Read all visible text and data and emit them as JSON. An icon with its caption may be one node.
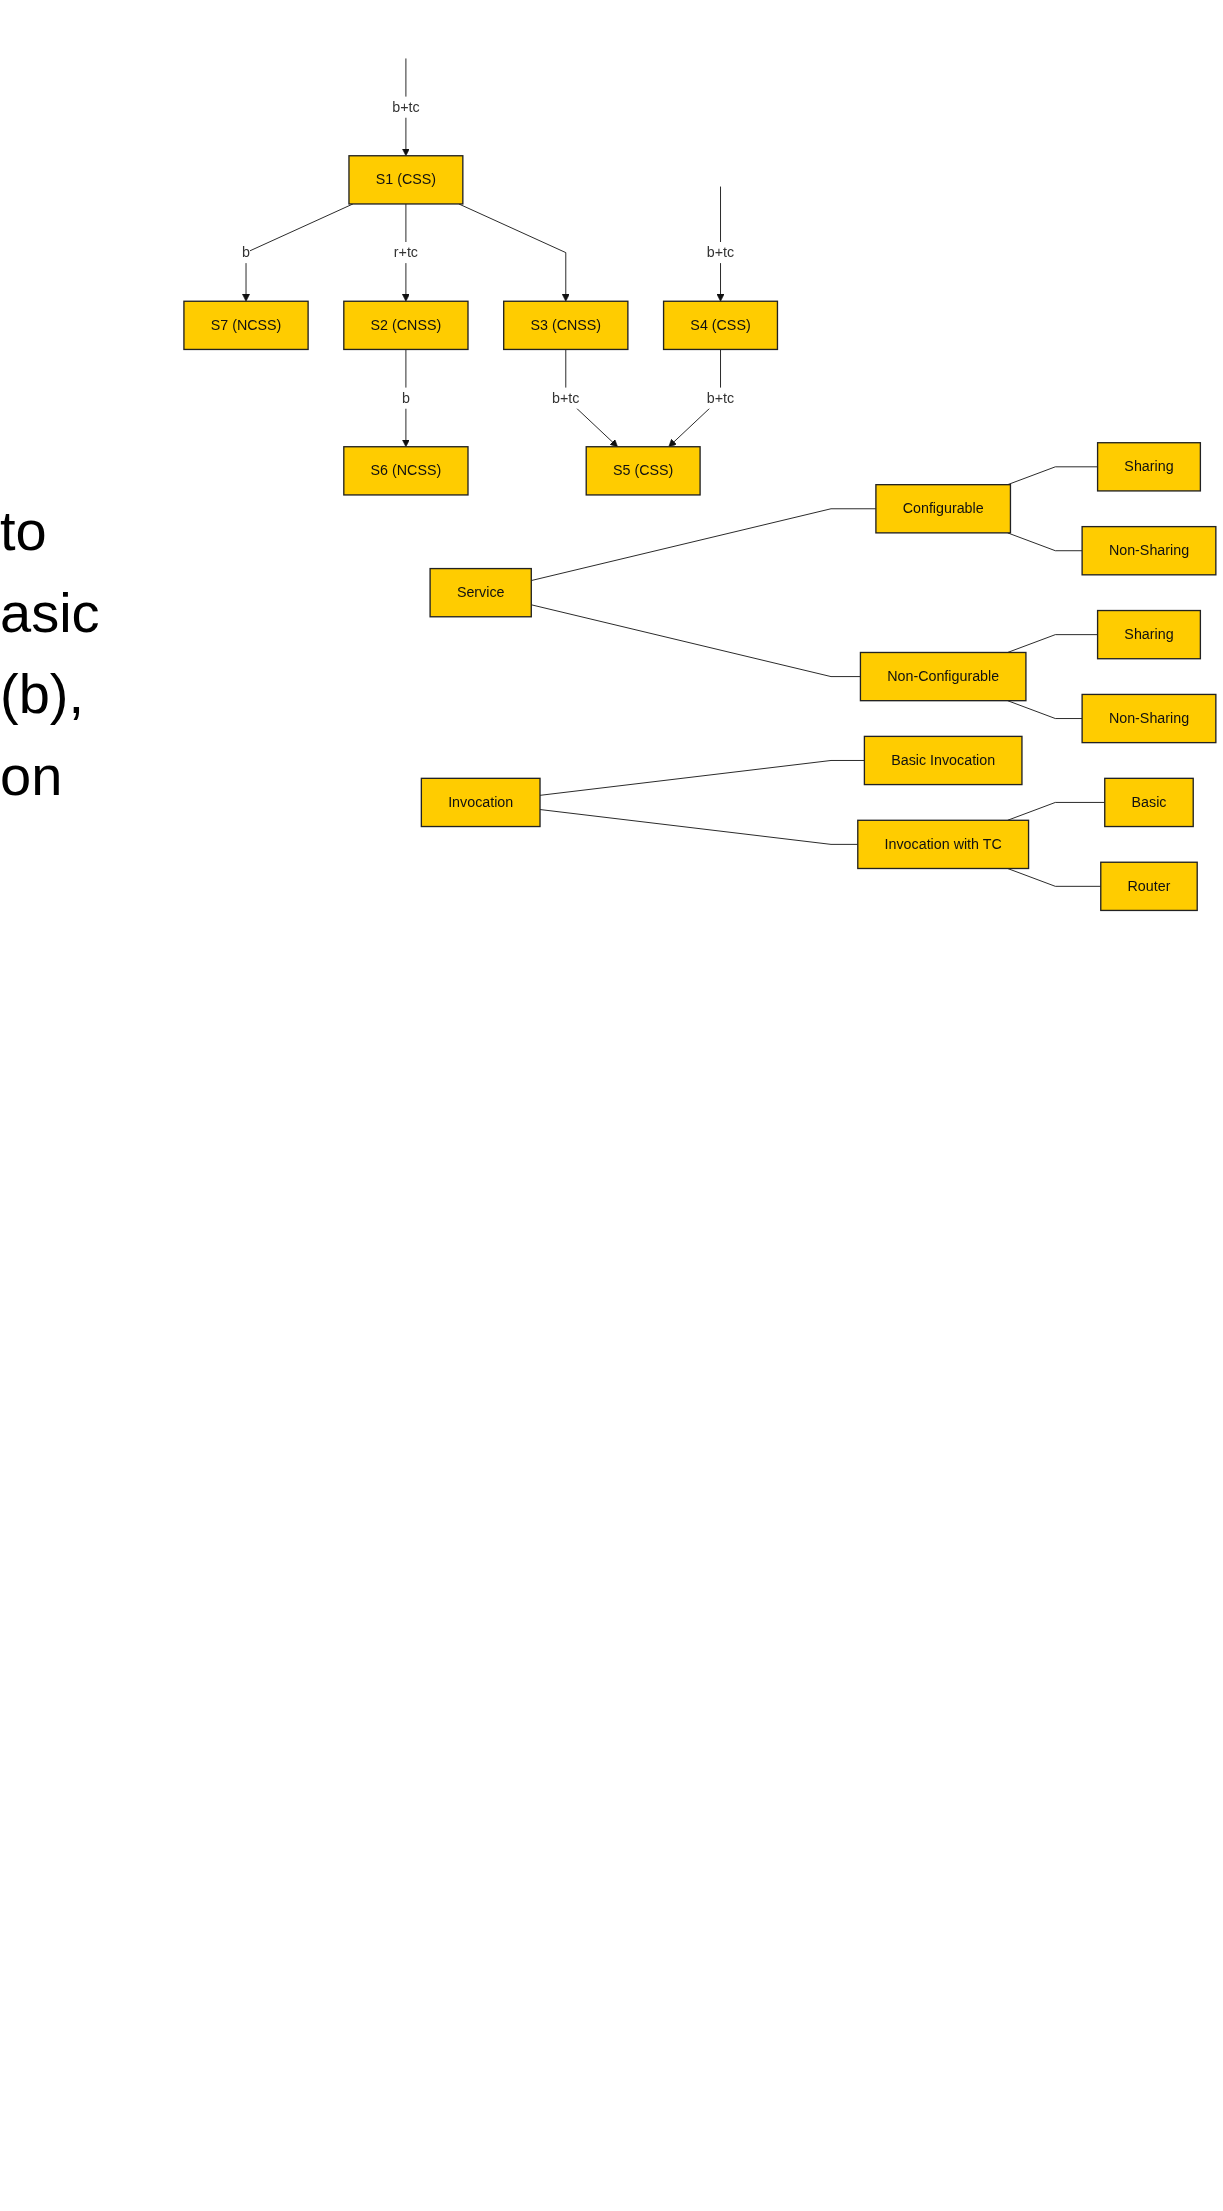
{
  "diagram": {
    "nodes": [
      {
        "text": [
          "Service"
        ]
      },
      {
        "text": [
          "Configurable"
        ]
      },
      {
        "text": [
          "Sharing"
        ]
      },
      {
        "text": [
          "Non-Sharing"
        ]
      },
      {
        "text": [
          "Non-Configurable"
        ]
      },
      {
        "text": [
          "Sharing"
        ]
      },
      {
        "text": [
          "Non-Sharing"
        ]
      },
      {
        "text": [
          "Invocation"
        ]
      },
      {
        "text": [
          "Basic Invocation"
        ]
      },
      {
        "text": [
          "Invocation with TC"
        ]
      },
      {
        "text": [
          "Basic"
        ]
      },
      {
        "text": [
          "Router"
        ]
      },
      {
        "text": [
          "S1 (CSS)"
        ]
      },
      {
        "text": [
          "S7 (NCSS)"
        ]
      },
      {
        "text": [
          "S2 (CNSS)"
        ]
      },
      {
        "text": [
          "S3 (CNSS)"
        ]
      },
      {
        "text": [
          "S4 (CSS)"
        ]
      },
      {
        "text": [
          "S6 (NCSS)"
        ]
      },
      {
        "text": [
          "S5 (CSS)"
        ]
      }
    ],
    "edges": [
      {
        "from": 0,
        "to": 1,
        "arrow": "none"
      },
      {
        "from": 1,
        "to": 2,
        "arrow": "none"
      },
      {
        "from": 1,
        "to": 3,
        "arrow": "none"
      },
      {
        "from": 0,
        "to": 4,
        "arrow": "none"
      },
      {
        "from": 4,
        "to": 5,
        "arrow": "none"
      },
      {
        "from": 4,
        "to": 6,
        "arrow": "none"
      },
      {
        "from": 7,
        "to": 8,
        "arrow": "none"
      },
      {
        "from": 7,
        "to": 9,
        "arrow": "none"
      },
      {
        "from": 9,
        "to": 10,
        "arrow": "none"
      },
      {
        "from": 9,
        "to": 11,
        "arrow": "none"
      },
      {
        "from": null,
        "to": 12,
        "arrow": "to",
        "label": "b+tc"
      },
      {
        "from": 12,
        "to": 13,
        "arrow": "to",
        "label": "b"
      },
      {
        "from": 12,
        "to": 14,
        "arrow": "to",
        "label": "r+tc"
      },
      {
        "from": 12,
        "to": 15,
        "arrow": "to"
      },
      {
        "from": null,
        "to": 16,
        "arrow": "to",
        "label": "b+tc"
      },
      {
        "from": 14,
        "to": 17,
        "arrow": "to",
        "label": "b"
      },
      {
        "from": 15,
        "to": 18,
        "arrow": "to",
        "label": "b+tc"
      },
      {
        "from": 16,
        "to": 18,
        "arrow": "to",
        "label": "b+tc"
      }
    ],
    "labels": [
      "to",
      "asic",
      "(b),",
      "on"
    ]
  }
}
